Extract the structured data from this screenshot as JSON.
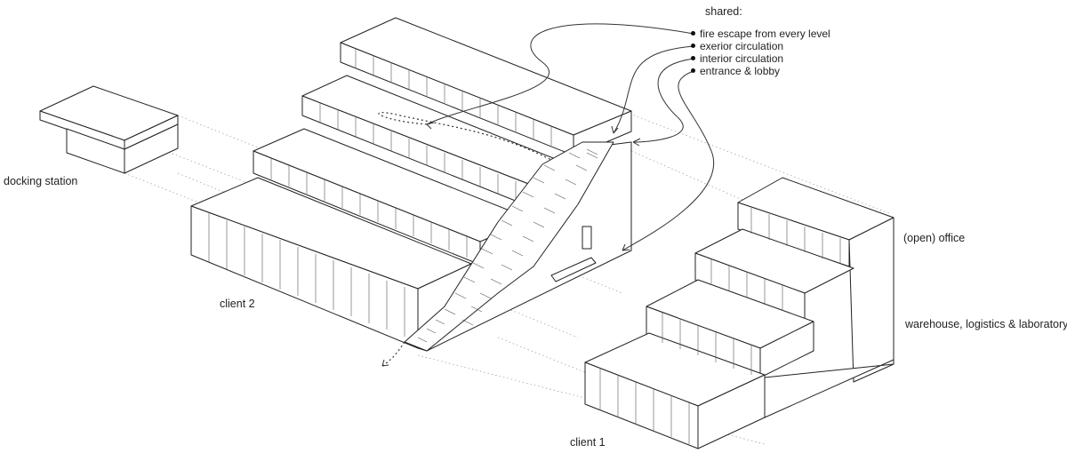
{
  "legend": {
    "title": "shared:",
    "items": [
      "fire escape from every level",
      "exerior circulation",
      "interior circulation",
      "entrance & lobby"
    ]
  },
  "labels": {
    "docking_station": "docking station",
    "client_2": "client 2",
    "client_1": "client 1",
    "office": "(open) office",
    "warehouse": "warehouse, logistics & laboratory"
  },
  "colors": {
    "line": "#222222",
    "projection": "#999999",
    "background": "#ffffff"
  }
}
